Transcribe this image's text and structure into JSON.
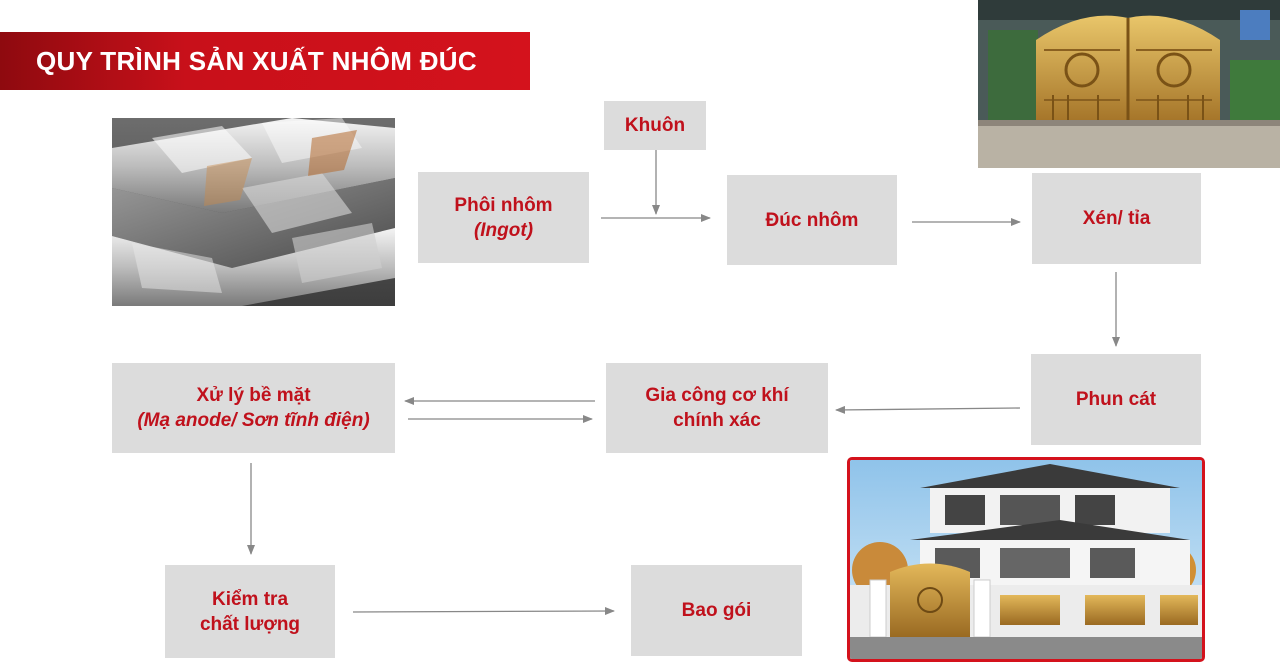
{
  "header": {
    "title": "QUY TRÌNH SẢN XUẤT NHÔM ĐÚC"
  },
  "colors": {
    "accent": "#d4121c",
    "box_fill": "#dcdcdc",
    "box_text": "#c0111c",
    "arrow": "#888888"
  },
  "nodes": {
    "khuon": {
      "label": "Khuôn"
    },
    "phoi_nhom": {
      "label": "Phôi nhôm",
      "sub": "(Ingot)"
    },
    "duc_nhom": {
      "label": "Đúc nhôm"
    },
    "xen_tia": {
      "label": "Xén/ tỉa"
    },
    "phun_cat": {
      "label": "Phun cát"
    },
    "gia_cong": {
      "line1": "Gia công cơ khí",
      "line2": "chính xác"
    },
    "xu_ly": {
      "label": "Xử lý bề mặt",
      "sub": "(Mạ anode/ Sơn tĩnh điện)"
    },
    "kiem_tra": {
      "line1": "Kiểm tra",
      "line2": "chất lượng"
    },
    "bao_goi": {
      "label": "Bao gói"
    }
  },
  "images": {
    "ingot": "aluminum-ingot-photo",
    "gate": "golden-cast-aluminum-gate-photo",
    "villa": "villa-with-aluminum-gate-photo"
  }
}
